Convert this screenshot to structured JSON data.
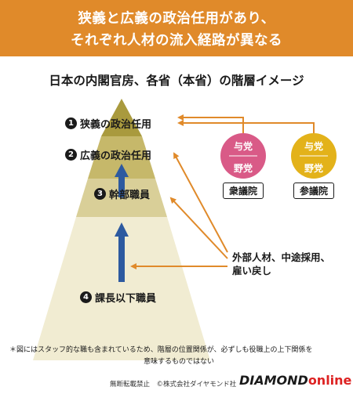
{
  "banner": {
    "line1": "狭義と広義の政治任用があり、",
    "line2": "それぞれ人材の流入経路が異なる"
  },
  "subtitle": "日本の内閣官房、各省（本省）の階層イメージ",
  "levels": [
    {
      "num": "1",
      "label": "狭義の政治任用"
    },
    {
      "num": "2",
      "label": "広義の政治任用"
    },
    {
      "num": "3",
      "label": "幹部職員"
    },
    {
      "num": "4",
      "label": "課長以下職員"
    }
  ],
  "houses": [
    {
      "ruling": "与党",
      "opposition": "野党",
      "name": "衆議院",
      "color": "#d95a87"
    },
    {
      "ruling": "与党",
      "opposition": "野党",
      "name": "参議院",
      "color": "#e3b21a"
    }
  ],
  "external": {
    "line1": "外部人材、中途採用、",
    "line2": "雇い戻し"
  },
  "footnote": {
    "line1": "＊図にはスタッフ的な職も含まれているため、階層の位置関係が、必ずしも役職上の上下関係を",
    "line2": "意味するものではない"
  },
  "credits": "無断転載禁止　©株式会社ダイヤモンド社",
  "logo": {
    "brand": "DIAMOND",
    "suffix": "online"
  },
  "colors": {
    "banner": "#e08a2a",
    "pyramid_top": "#a99a3e",
    "pyramid_mid1": "#c6b86a",
    "pyramid_mid2": "#d9cf98",
    "pyramid_base": "#f1ecd2",
    "arrow_orange": "#e08a2a",
    "arrow_blue": "#2d5aa0"
  }
}
